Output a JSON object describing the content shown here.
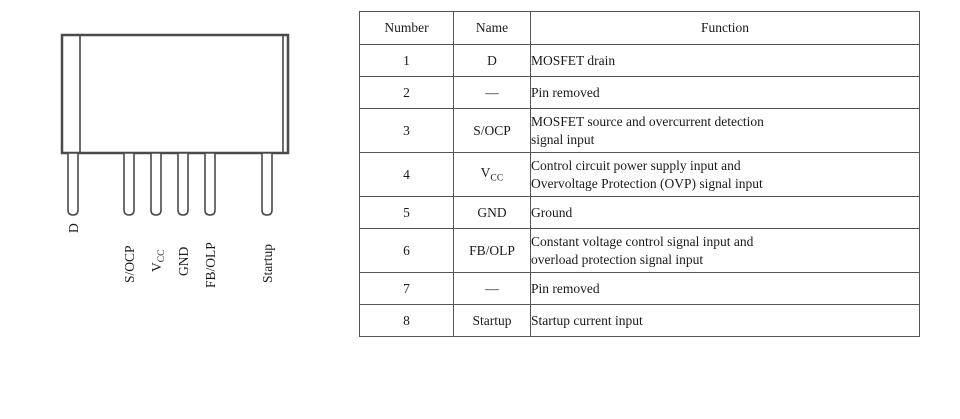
{
  "figure": {
    "name": "ic-package-outline-drawing",
    "body_label": "",
    "pin_labels": [
      {
        "id": "pin-label-d",
        "text": "D",
        "pin_number": "1"
      },
      {
        "id": "pin-label-socp",
        "text": "S/OCP",
        "pin_number": "3"
      },
      {
        "id": "pin-label-vcc",
        "text": "V",
        "sub": "CC",
        "pin_number": "4"
      },
      {
        "id": "pin-label-gnd",
        "text": "GND",
        "pin_number": "5"
      },
      {
        "id": "pin-label-fbolp",
        "text": "FB/OLP",
        "pin_number": "6"
      },
      {
        "id": "pin-label-startup",
        "text": "Startup",
        "pin_number": "8"
      }
    ]
  },
  "table": {
    "headers": {
      "number": "Number",
      "name": "Name",
      "function": "Function"
    },
    "rows": [
      {
        "number": "1",
        "name": "D",
        "function_lines": [
          "MOSFET drain"
        ]
      },
      {
        "number": "2",
        "name": "—",
        "function_lines": [
          "Pin removed"
        ]
      },
      {
        "number": "3",
        "name": "S/OCP",
        "function_lines": [
          "MOSFET source and overcurrent detection",
          "signal input"
        ]
      },
      {
        "number": "4",
        "name": "V",
        "name_sub": "CC",
        "function_lines": [
          "Control circuit power supply input and",
          "Overvoltage Protection (OVP) signal input"
        ]
      },
      {
        "number": "5",
        "name": "GND",
        "function_lines": [
          "Ground"
        ]
      },
      {
        "number": "6",
        "name": "FB/OLP",
        "function_lines": [
          "Constant voltage control signal input and",
          "overload protection signal input"
        ]
      },
      {
        "number": "7",
        "name": "—",
        "function_lines": [
          "Pin removed"
        ]
      },
      {
        "number": "8",
        "name": "Startup",
        "function_lines": [
          "Startup current input"
        ]
      }
    ]
  },
  "colors": {
    "line": "#555555",
    "text": "#1a1a1a",
    "background": "#ffffff"
  }
}
